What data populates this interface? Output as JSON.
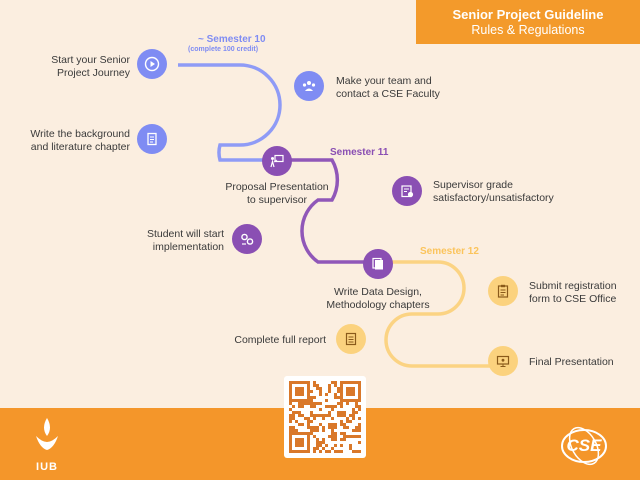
{
  "header": {
    "title": "Senior Project Guideline",
    "subtitle": "Rules & Regulations"
  },
  "semesters": {
    "s10": "~ Semester 10",
    "s10_note": "(complete 100 credit)",
    "s11": "Semester 11",
    "s12": "Semester 12"
  },
  "steps": [
    {
      "lines": [
        "Start your Senior",
        "Project Journey"
      ],
      "icon": "play-icon"
    },
    {
      "lines": [
        "Make your team and",
        "contact a CSE Faculty"
      ],
      "icon": "team-icon"
    },
    {
      "lines": [
        "Write the background",
        "and literature chapter"
      ],
      "icon": "document-icon"
    },
    {
      "lines": [
        "Proposal Presentation",
        "to supervisor"
      ],
      "icon": "presentation-icon"
    },
    {
      "lines": [
        "Supervisor grade",
        "satisfactory/unsatisfactory"
      ],
      "icon": "grade-icon"
    },
    {
      "lines": [
        "Student will start",
        "implementation"
      ],
      "icon": "gears-icon"
    },
    {
      "lines": [
        "Write Data Design,",
        "Methodology chapters"
      ],
      "icon": "copy-icon"
    },
    {
      "lines": [
        "Submit registration",
        "form to CSE Office"
      ],
      "icon": "clipboard-icon"
    },
    {
      "lines": [
        "Complete full report"
      ],
      "icon": "report-icon"
    },
    {
      "lines": [
        "Final Presentation"
      ],
      "icon": "screen-icon"
    }
  ],
  "logos": {
    "left": "IUB",
    "right": "CSE"
  },
  "colors": {
    "blue": "#7f8cf3",
    "purple": "#8a4fb3",
    "yellow": "#fbd27e",
    "orange": "#f4962a",
    "background": "#fbeee0"
  }
}
